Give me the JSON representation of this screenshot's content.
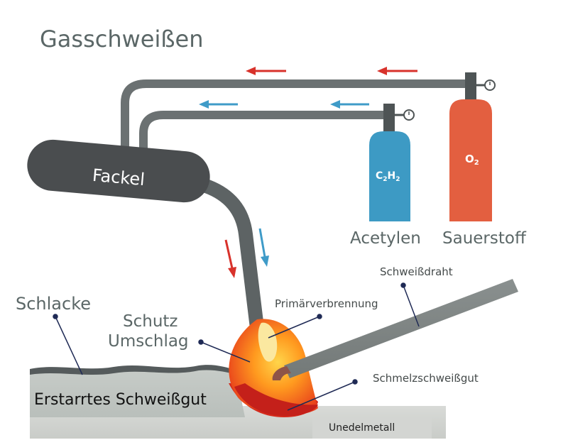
{
  "title": "Gasschweißen",
  "torch_label": "Fackel",
  "cylinders": {
    "acetylene": {
      "formula_main": "C",
      "formula_sub1": "2",
      "formula_mid": "H",
      "formula_sub2": "2",
      "name": "Acetylen",
      "color": "#3d9ac4"
    },
    "oxygen": {
      "formula_main": "O",
      "formula_sub": "2",
      "name": "Sauerstoff",
      "color": "#e35f40"
    }
  },
  "labels": {
    "schlacke": "Schlacke",
    "schutz_line1": "Schutz",
    "schutz_line2": "Umschlag",
    "primaer": "Primärverbrennung",
    "schweissdraht": "Schweißdraht",
    "schmelz": "Schmelzschweißgut",
    "erstarrtes": "Erstarrtes Schweißgut",
    "unedelmetall": "Unedelmetall"
  },
  "colors": {
    "hose": "#6b7172",
    "torch": "#4a4d4f",
    "arrow_red": "#d8322b",
    "arrow_blue": "#3f9bc8",
    "text_gray": "#5b6767"
  }
}
